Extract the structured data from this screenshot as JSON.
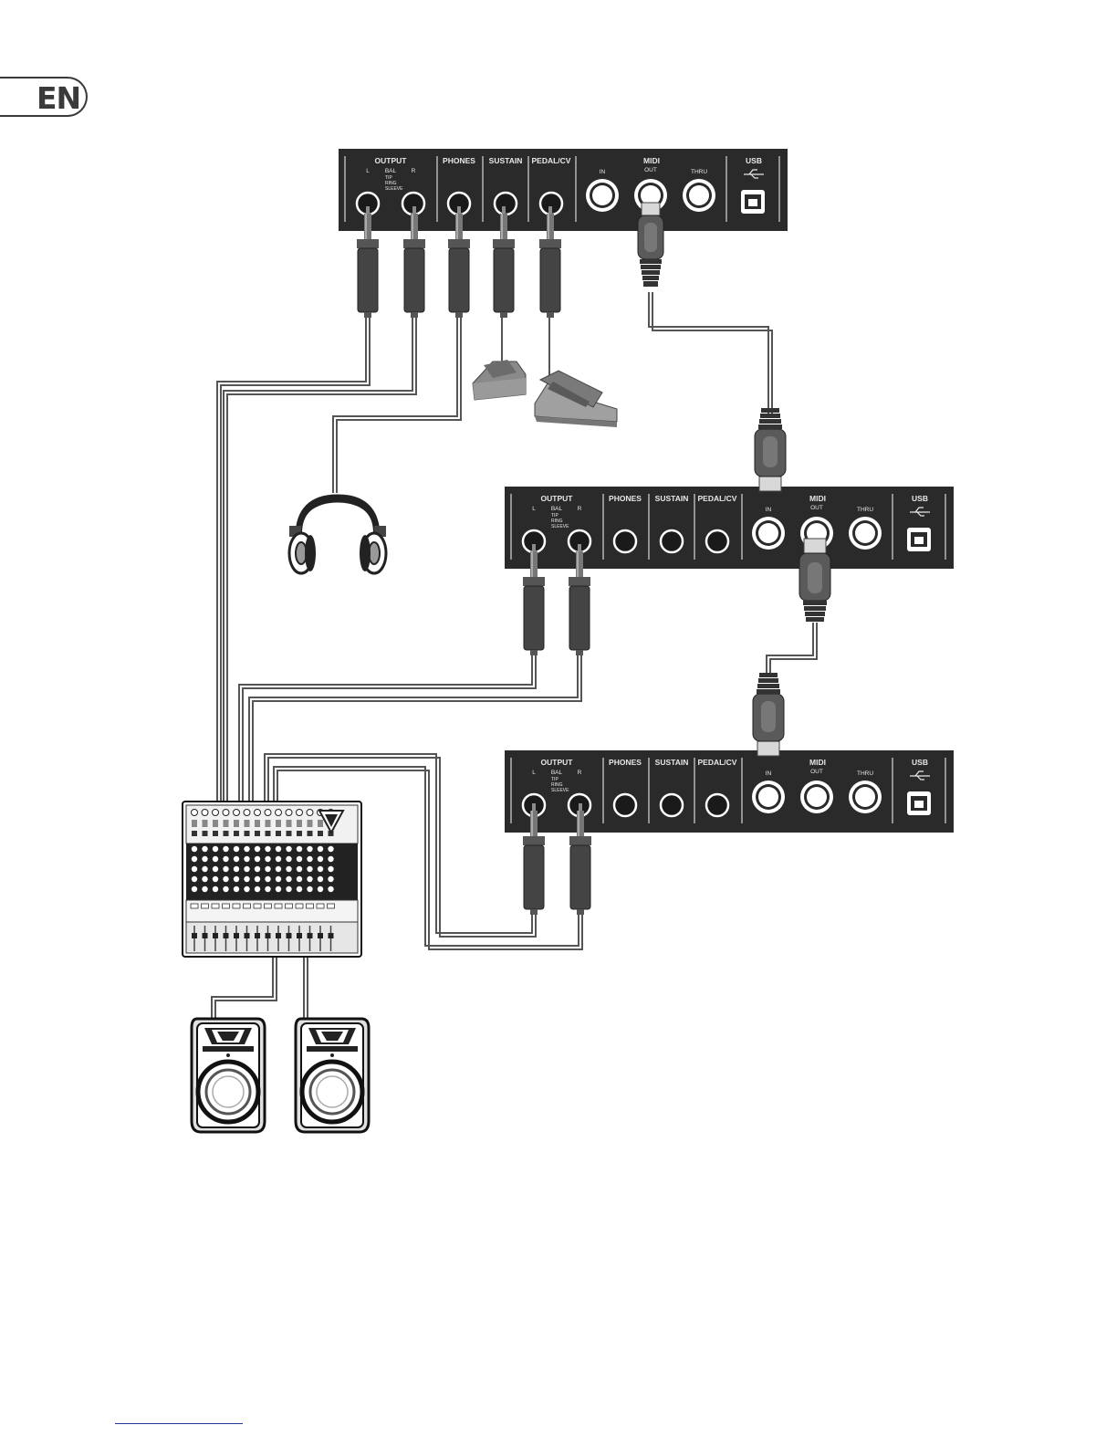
{
  "language_badge": "EN",
  "panel": {
    "output": "OUTPUT",
    "left": "L",
    "right": "R",
    "bal": "BAL",
    "tip": "TIP",
    "ring": "RING",
    "sleeve": "SLEEVE",
    "phones": "PHONES",
    "sustain": "SUSTAIN",
    "pedal_cv": "PEDAL/CV",
    "midi": "MIDI",
    "in": "IN",
    "out": "OUT",
    "thru": "THRU",
    "usb": "USB"
  },
  "colors": {
    "panel": "#2a2a2a",
    "jack_ring": "#ffffff",
    "cable": "#555555",
    "midi_plug": "#6a6a6a",
    "accent_link": "#1f3a9c"
  }
}
